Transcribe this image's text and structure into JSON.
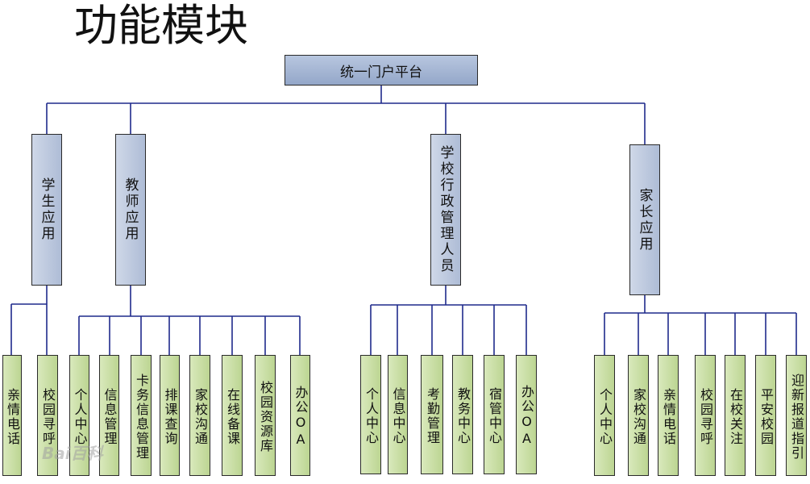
{
  "title": "功能模块",
  "root": "统一门户平台",
  "categories": [
    {
      "label": "学生应用",
      "children": [
        "亲情电话",
        "校园寻呼"
      ]
    },
    {
      "label": "教师应用",
      "children": [
        "个人中心",
        "信息管理",
        "卡务信息管理",
        "排课查询",
        "家校沟通",
        "在线备课",
        "校园资源库",
        "办公OA"
      ]
    },
    {
      "label": "学校行政管理人员",
      "children": [
        "个人中心",
        "信息中心",
        "考勤管理",
        "教务中心",
        "宿管中心",
        "办公OA"
      ]
    },
    {
      "label": "家长应用",
      "children": [
        "个人中心",
        "家校沟通",
        "亲情电话",
        "校园寻呼",
        "在校关注",
        "平安校园",
        "迎新报道指引"
      ]
    }
  ],
  "watermark": "Bai百科",
  "colors": {
    "connector": "#1f2a8c",
    "root_fill": "#a7b7d5",
    "category_fill": "#c2cde2",
    "leaf_fill": "#cde0a8"
  }
}
